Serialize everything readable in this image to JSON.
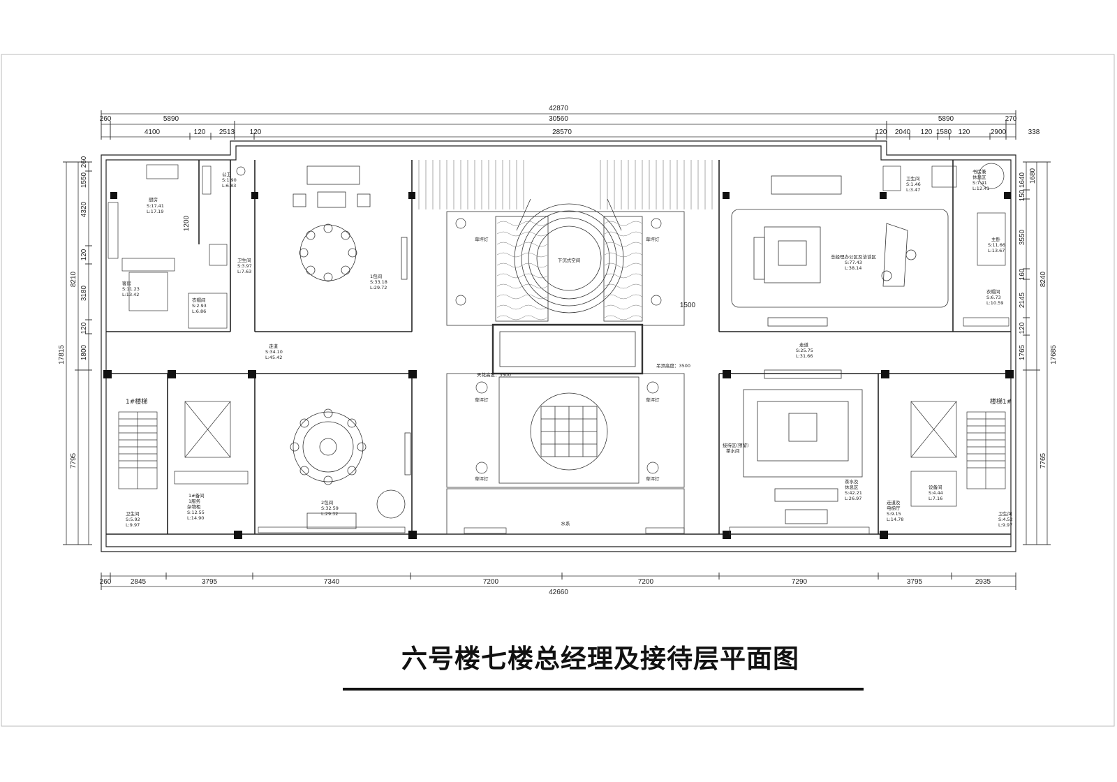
{
  "title": "六号楼七楼总经理及接待层平面图",
  "dimensions": {
    "top_total": "42870",
    "top_sub1": [
      "260",
      "5890",
      "30560",
      "5890",
      "270"
    ],
    "top_sub2": [
      "4100",
      "120",
      "2513",
      "120",
      "28570",
      "120",
      "2040",
      "120",
      "1580",
      "120",
      "2900",
      "338"
    ],
    "bottom_total": "42660",
    "bottom": [
      "260",
      "2845",
      "3795",
      "7340",
      "7200",
      "7200",
      "7290",
      "3795",
      "2935"
    ],
    "left_total": "17815",
    "left_mid": [
      "8210",
      "7795"
    ],
    "left_fine": [
      "1550",
      "260",
      "4320",
      "120",
      "3180",
      "120",
      "1800"
    ],
    "left_extra": "1200",
    "right_total": "17685",
    "right_mid": [
      "8240",
      "7765"
    ],
    "right_fine": [
      "1680",
      "1640",
      "150",
      "3550",
      "160",
      "2145",
      "120",
      "1765"
    ],
    "corridor_gap": "1500"
  },
  "rooms": {
    "kitchen": {
      "name": "厨房",
      "area": "S:17.41",
      "perimeter": "L:17.19"
    },
    "bedroom_left": {
      "name": "客房",
      "area": "S:11.23",
      "perimeter": "L:13.42"
    },
    "cloak": {
      "name": "衣帽间",
      "area": "S:2.93",
      "perimeter": "L:6.86"
    },
    "wc_small": {
      "name": "公卫",
      "area": "S:1.90",
      "perimeter": "L:6.83"
    },
    "wc_left": {
      "name": "卫生间",
      "area": "S:3.97",
      "perimeter": "L:7.63"
    },
    "dining1": {
      "name": "1包间",
      "area": "S:33.18",
      "perimeter": "L:29.72"
    },
    "dining2": {
      "name": "2包间",
      "area": "S:32.59",
      "perimeter": "L:29.32"
    },
    "corridor_left": {
      "name": "走道",
      "area": "S:34.10",
      "perimeter": "L:45.42"
    },
    "stair_left": {
      "name": "1#楼梯"
    },
    "wc_bottom_left": {
      "name": "卫生间",
      "area": "S:5.92",
      "perimeter": "L:9.97"
    },
    "service_left": {
      "name": "1#备间",
      "name2": "1服务",
      "name3": "杂物柜",
      "area": "S:12.55",
      "perimeter": "L:14.90"
    },
    "atrium": {
      "name": "下沉式空间"
    },
    "ceiling_note1": {
      "name": "吊顶高度：3500"
    },
    "ceiling_note2": {
      "name": "天花高度：3500"
    },
    "water": {
      "name": "水系"
    },
    "lamp": {
      "name": "草坪灯"
    },
    "office": {
      "name": "总经理办公区及洽谈区",
      "area": "S:77.43",
      "perimeter": "L:38.14"
    },
    "master_bed": {
      "name": "主卧",
      "area": "S:11.66",
      "perimeter": "L:13.67"
    },
    "wc_top_right": {
      "name": "卫生间",
      "area": "S:1.46",
      "perimeter": "L:3.47"
    },
    "rest_right": {
      "name": "书房兼",
      "name2": "休息区",
      "area": "S:7.41",
      "perimeter": "L:12.41"
    },
    "wardrobe_right": {
      "name": "衣帽间",
      "area": "S:6.73",
      "perimeter": "L:10.59"
    },
    "corridor_right": {
      "name": "走道",
      "area": "S:25.75",
      "perimeter": "L:31.66"
    },
    "reception": {
      "name": "接待区(预留)",
      "name2": "茶水间"
    },
    "tea_area": {
      "name": "茶水及",
      "name2": "休息区",
      "area": "S:42.21",
      "perimeter": "L:26.97"
    },
    "stair_right": {
      "name": "楼梯1#"
    },
    "equip": {
      "name": "设备间",
      "area": "S:4.44",
      "perimeter": "L:7.16"
    },
    "hall_right": {
      "name": "走道及",
      "name2": "电梯厅",
      "area": "S:9.15",
      "perimeter": "L:14.78"
    },
    "wc_bottom_right": {
      "name": "卫生间",
      "area": "S:4.52",
      "perimeter": "L:9.97"
    }
  },
  "colors": {
    "ink": "#111111",
    "line": "#333333",
    "paper": "#ffffff",
    "border": "#bbbbbb"
  }
}
